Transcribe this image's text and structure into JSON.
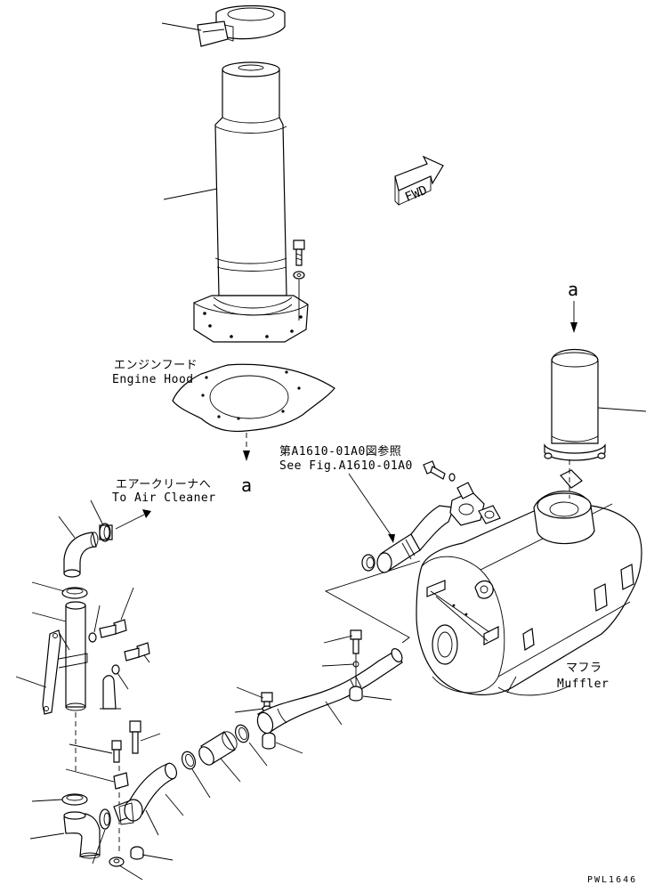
{
  "labels": {
    "engine_hood_jp": "エンジンフード",
    "engine_hood_en": "Engine Hood",
    "air_cleaner_jp": "エアークリーナへ",
    "air_cleaner_en": "To Air Cleaner",
    "see_fig_jp": "第A1610-01A0図参照",
    "see_fig_en": "See Fig.A1610-01A0",
    "muffler_jp": "マフラ",
    "muffler_en": "Muffler",
    "fwd": "FWD",
    "ref_a_top": "a",
    "ref_a_bottom": "a",
    "drawing_code": "PWL1646"
  }
}
